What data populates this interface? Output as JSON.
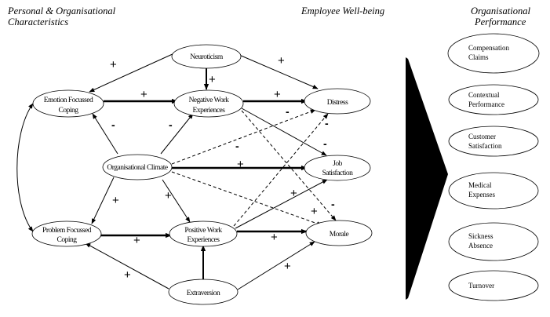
{
  "headings": {
    "left": [
      "Personal & Organisational",
      "Characteristics"
    ],
    "middle": "Employee Well-being",
    "right": [
      "Organisational",
      "Performance"
    ]
  },
  "nodes": {
    "neuroticism": [
      "Neuroticism"
    ],
    "emotion_coping": [
      "Emotion Focussed",
      "Coping"
    ],
    "negative_work": [
      "Negative Work",
      "Experiences"
    ],
    "org_climate": [
      "Organisational Climate"
    ],
    "problem_coping": [
      "Problem Focussed",
      "Coping"
    ],
    "positive_work": [
      "Positive Work",
      "Experiences"
    ],
    "extraversion": [
      "Extraversion"
    ],
    "distress": [
      "Distress"
    ],
    "job_satisfaction": [
      "Job",
      "Satisfaction"
    ],
    "morale": [
      "Morale"
    ]
  },
  "outcomes": [
    [
      "Compensation",
      "Claims"
    ],
    [
      "Contextual",
      "Performance"
    ],
    [
      "Customer",
      "Satisfaction"
    ],
    [
      "Medical",
      "Expenses"
    ],
    [
      "Sickness",
      "Absence"
    ],
    [
      "Turnover"
    ]
  ],
  "edges": [
    {
      "from": "neuroticism",
      "to": "emotion_coping",
      "sign": "+",
      "style": "solid"
    },
    {
      "from": "neuroticism",
      "to": "negative_work",
      "sign": "+",
      "style": "bold"
    },
    {
      "from": "neuroticism",
      "to": "distress",
      "sign": "+",
      "style": "solid"
    },
    {
      "from": "emotion_coping",
      "to": "negative_work",
      "sign": "+",
      "style": "bold"
    },
    {
      "from": "negative_work",
      "to": "distress",
      "sign": "+",
      "style": "bold"
    },
    {
      "from": "negative_work",
      "to": "job_satisfaction",
      "sign": "-",
      "style": "solid"
    },
    {
      "from": "negative_work",
      "to": "morale",
      "sign": "-",
      "style": "dashed"
    },
    {
      "from": "org_climate",
      "to": "emotion_coping",
      "sign": "-",
      "style": "solid"
    },
    {
      "from": "org_climate",
      "to": "negative_work",
      "sign": "-",
      "style": "solid"
    },
    {
      "from": "org_climate",
      "to": "distress",
      "sign": "-",
      "style": "dashed"
    },
    {
      "from": "org_climate",
      "to": "job_satisfaction",
      "sign": "+",
      "style": "bold"
    },
    {
      "from": "org_climate",
      "to": "morale",
      "sign": "+",
      "style": "dashed"
    },
    {
      "from": "org_climate",
      "to": "problem_coping",
      "sign": "+",
      "style": "solid"
    },
    {
      "from": "org_climate",
      "to": "positive_work",
      "sign": "+",
      "style": "solid"
    },
    {
      "from": "problem_coping",
      "to": "positive_work",
      "sign": "+",
      "style": "bold"
    },
    {
      "from": "positive_work",
      "to": "distress",
      "sign": "-",
      "style": "dashed"
    },
    {
      "from": "positive_work",
      "to": "job_satisfaction",
      "sign": "+",
      "style": "solid"
    },
    {
      "from": "positive_work",
      "to": "morale",
      "sign": "+",
      "style": "bold"
    },
    {
      "from": "extraversion",
      "to": "positive_work",
      "sign": "",
      "style": "bold"
    },
    {
      "from": "extraversion",
      "to": "problem_coping",
      "sign": "+",
      "style": "solid"
    },
    {
      "from": "extraversion",
      "to": "morale",
      "sign": "+",
      "style": "solid"
    },
    {
      "from": "emotion_coping",
      "to": "problem_coping",
      "sign": "",
      "style": "curved-double"
    }
  ]
}
